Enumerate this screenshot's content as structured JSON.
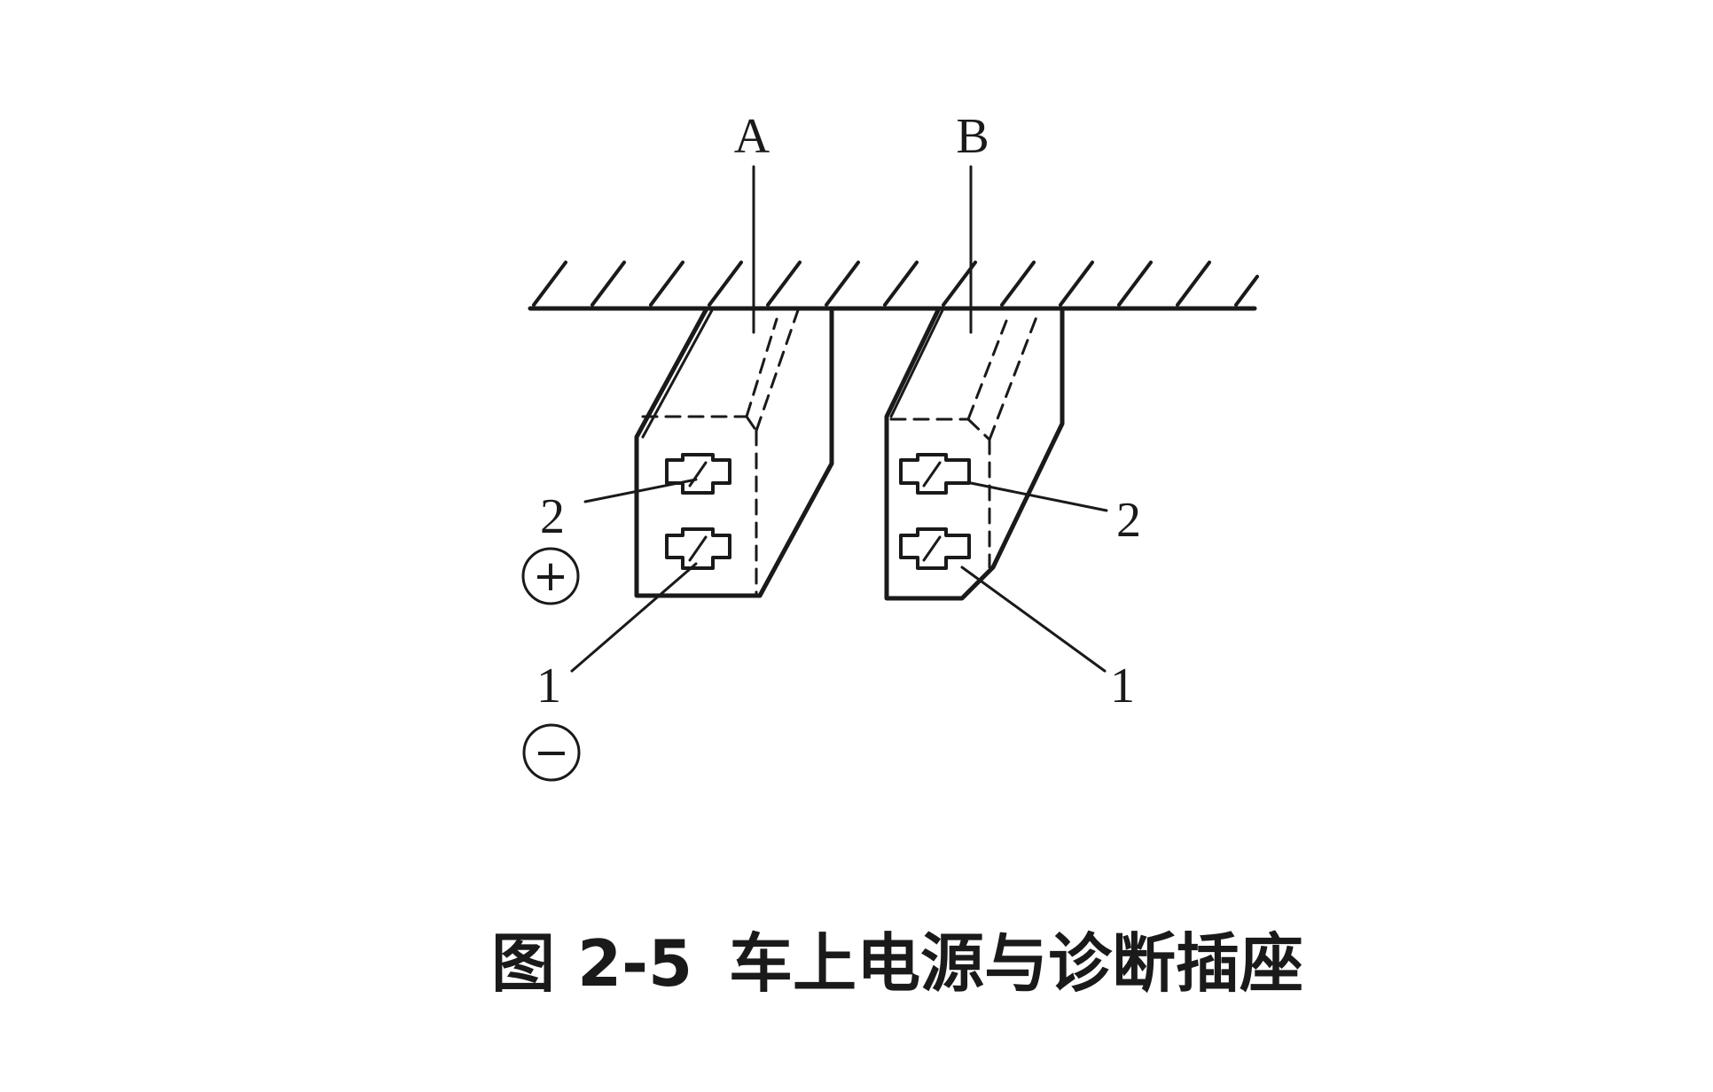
{
  "labels": {
    "socket_a": "A",
    "socket_b": "B",
    "left_pin_2": "2",
    "left_pin_1": "1",
    "right_pin_2": "2",
    "right_pin_1": "1",
    "positive": "+",
    "negative": "−"
  },
  "caption": {
    "number": "图 2-5",
    "title": "车上电源与诊断插座"
  }
}
